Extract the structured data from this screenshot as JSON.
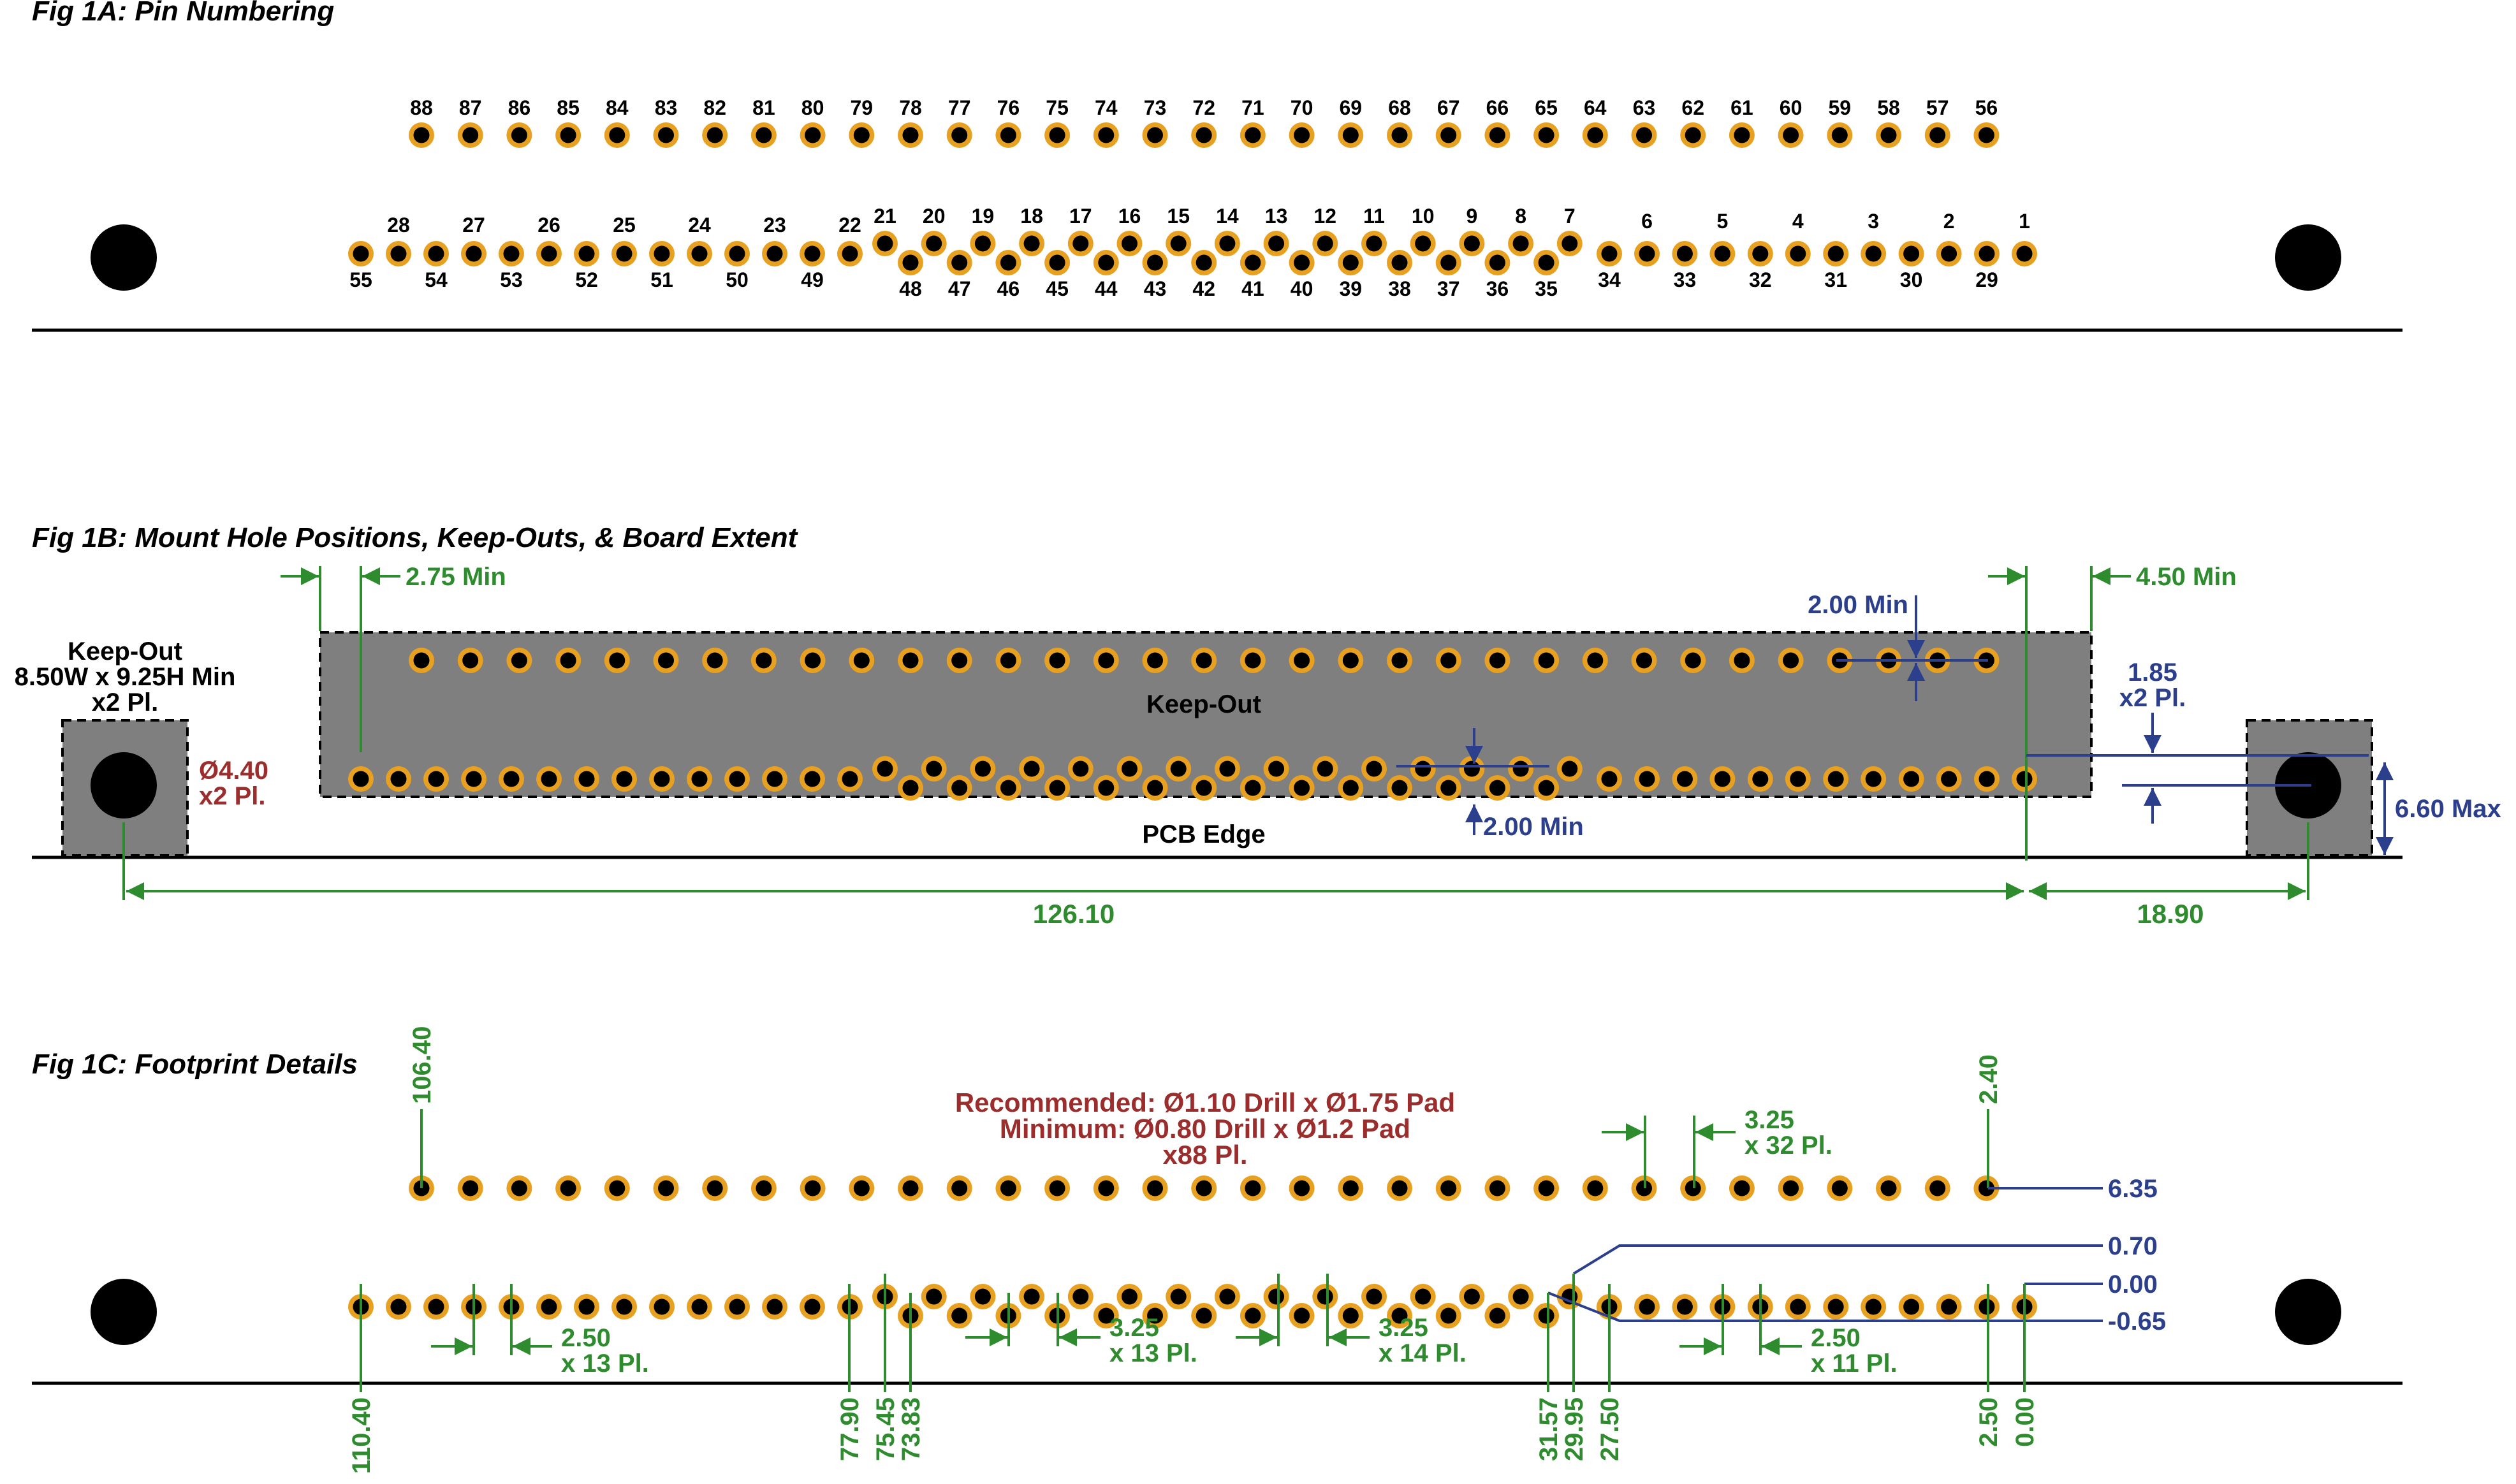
{
  "figures": {
    "fig1a": {
      "title": "Fig 1A: Pin Numbering"
    },
    "fig1b": {
      "title": "Fig 1B: Mount Hole Positions, Keep-Outs, & Board Extent"
    },
    "fig1c": {
      "title": "Fig 1C: Footprint Details"
    }
  },
  "colors": {
    "pad": "#e8a020",
    "hole": "#000000",
    "keepout": "#7f7f7f",
    "green": "#2e8b2e",
    "blue": "#2b3f8c",
    "red": "#9b2d2d"
  },
  "pins": {
    "top_row": [
      "88",
      "87",
      "86",
      "85",
      "84",
      "83",
      "82",
      "81",
      "80",
      "79",
      "78",
      "77",
      "76",
      "75",
      "74",
      "73",
      "72",
      "71",
      "70",
      "69",
      "68",
      "67",
      "66",
      "65",
      "64",
      "63",
      "62",
      "61",
      "60",
      "59",
      "58",
      "57",
      "56"
    ],
    "lower_left_upper": [
      "28",
      "27",
      "26",
      "25",
      "24",
      "23",
      "22"
    ],
    "lower_left_lower": [
      "55",
      "54",
      "53",
      "52",
      "51",
      "50",
      "49"
    ],
    "stagger_upper": [
      "21",
      "20",
      "19",
      "18",
      "17",
      "16",
      "15",
      "14",
      "13",
      "12",
      "11",
      "10",
      "9",
      "8",
      "7"
    ],
    "stagger_lower": [
      "48",
      "47",
      "46",
      "45",
      "44",
      "43",
      "42",
      "41",
      "40",
      "39",
      "38",
      "37",
      "36",
      "35"
    ],
    "lower_right_upper": [
      "6",
      "5",
      "4",
      "3",
      "2",
      "1"
    ],
    "lower_right_lower": [
      "34",
      "33",
      "32",
      "31",
      "30",
      "29"
    ]
  },
  "fig1b": {
    "keepout_mount_l1": "Keep-Out",
    "keepout_mount_l2": "8.50W x 9.25H Min",
    "keepout_mount_l3": "x2 Pl.",
    "hole_dia_l1": "Ø4.40",
    "hole_dia_l2": "x2 Pl.",
    "keepout_center": "Keep-Out",
    "pcb_edge": "PCB Edge",
    "min_275": "2.75 Min",
    "min_450": "4.50 Min",
    "min_200_top": "2.00 Min",
    "min_200_bottom": "2.00 Min",
    "dim_185_l1": "1.85",
    "dim_185_l2": "x2 Pl.",
    "max_660": "6.60 Max",
    "dim_12610": "126.10",
    "dim_1890": "18.90"
  },
  "fig1c": {
    "rec_l1": "Recommended: Ø1.10 Drill x Ø1.75 Pad",
    "rec_l2": "Minimum: Ø0.80 Drill x Ø1.2 Pad",
    "rec_l3": "x88 Pl.",
    "x_10640": "106.40",
    "x_240": "2.40",
    "pitch_325_32_l1": "3.25",
    "pitch_325_32_l2": "x 32 Pl.",
    "y_635": "6.35",
    "y_070": "0.70",
    "y_000": "0.00",
    "y_m065": "-0.65",
    "pitch_250_13_l1": "2.50",
    "pitch_250_13_l2": "x 13 Pl.",
    "pitch_325_13_l1": "3.25",
    "pitch_325_13_l2": "x 13 Pl.",
    "pitch_325_14_l1": "3.25",
    "pitch_325_14_l2": "x 14 Pl.",
    "pitch_250_11_l1": "2.50",
    "pitch_250_11_l2": "x 11 Pl.",
    "x_11040": "110.40",
    "x_7790": "77.90",
    "x_7545": "75.45",
    "x_7383": "73.83",
    "x_3157": "31.57",
    "x_2995": "29.95",
    "x_2750": "27.50",
    "x_250": "2.50",
    "x_000": "0.00"
  }
}
